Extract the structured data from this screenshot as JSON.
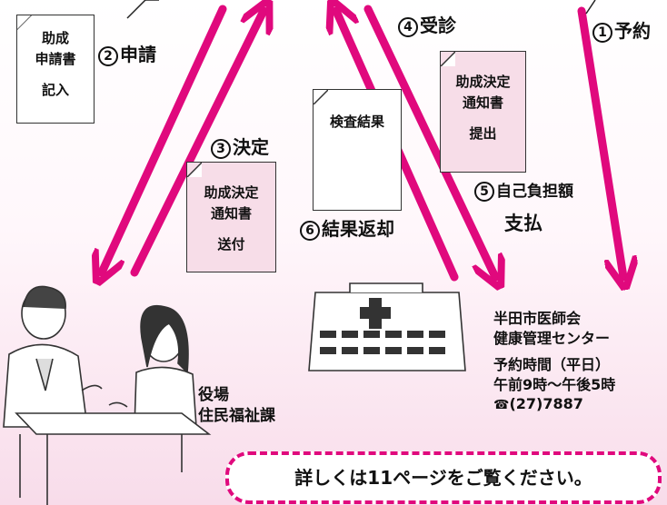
{
  "documents": {
    "application_form": [
      "助成",
      "申請書",
      "記入"
    ],
    "notice_sent": [
      "助成決定",
      "通知書",
      "送付"
    ],
    "exam_result": [
      "検査結果"
    ],
    "notice_submit": [
      "助成決定",
      "通知書",
      "提出"
    ]
  },
  "steps": {
    "s1": {
      "num": "1",
      "label": "予約"
    },
    "s2": {
      "num": "2",
      "label": "申請"
    },
    "s3": {
      "num": "3",
      "label": "決定"
    },
    "s4": {
      "num": "4",
      "label": "受診"
    },
    "s5": {
      "num": "5",
      "label": "自己負担額",
      "label2": "支払"
    },
    "s6": {
      "num": "6",
      "label": "結果返却"
    }
  },
  "office": {
    "line1": "役場",
    "line2": "住民福祉課"
  },
  "center": {
    "name1": "半田市医師会",
    "name2": "健康管理センター",
    "hours_title": "予約時間（平日）",
    "hours": "午前9時～午後5時",
    "phone_icon": "phone-icon",
    "phone": "(27)7887"
  },
  "banner": "詳しくは11ページをご覧ください。",
  "colors": {
    "arrow": "#e0097d",
    "pink_doc": "#f7dde8"
  }
}
